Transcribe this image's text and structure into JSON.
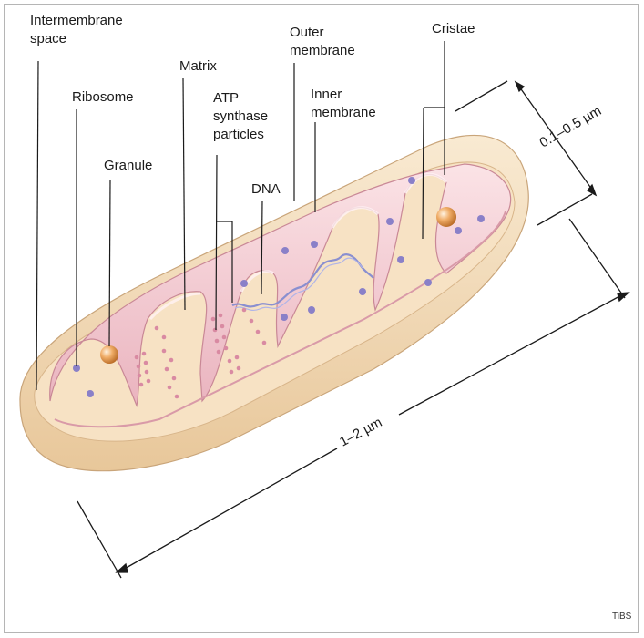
{
  "labels": {
    "intermembrane_space": "Intermembrane\nspace",
    "ribosome": "Ribosome",
    "granule": "Granule",
    "matrix": "Matrix",
    "atp_synthase": "ATP\nsynthase\nparticles",
    "dna": "DNA",
    "outer_membrane": "Outer\nmembrane",
    "inner_membrane": "Inner\nmembrane",
    "cristae": "Cristae"
  },
  "dimensions": {
    "width": "0.1–0.5 µm",
    "length": "1–2 µm"
  },
  "credit": "TiBS",
  "colors": {
    "outer_shell": "#f2d9b4",
    "inner_membrane": "#eeb7c0",
    "matrix": "#f6d2d7",
    "ribosome": "#8a80c8",
    "atp_particles": "#d98aa2",
    "granule": "#e7a05a",
    "dna": "#8a8fd0"
  }
}
